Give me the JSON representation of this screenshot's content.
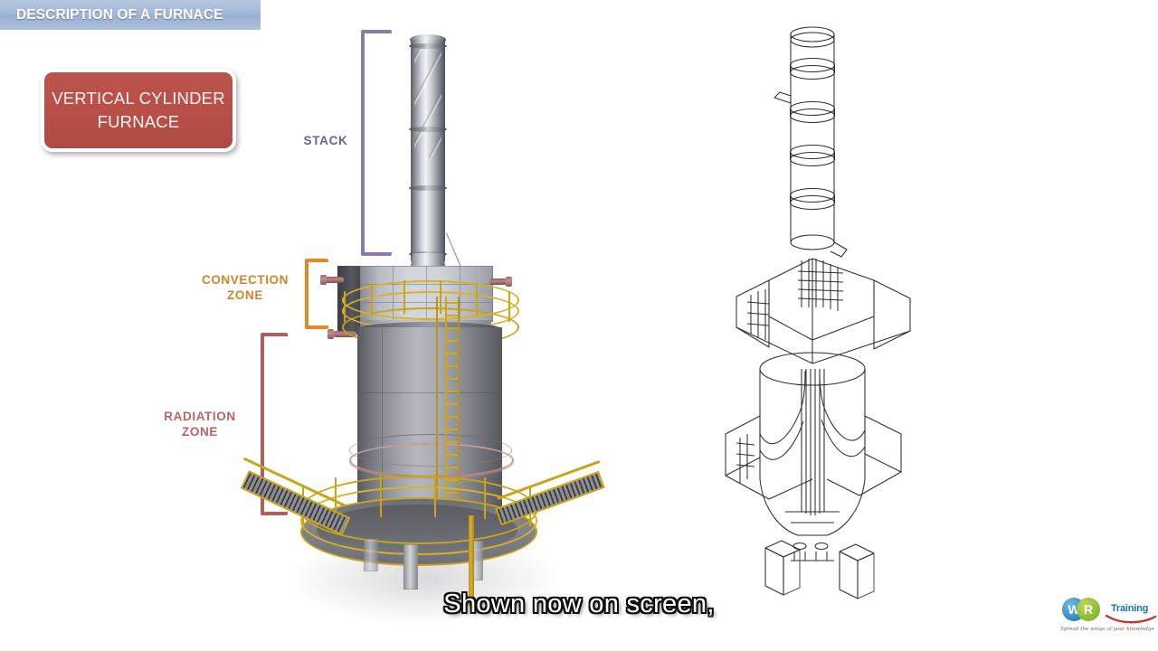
{
  "slide": {
    "header": {
      "title": "DESCRIPTION OF A FURNACE"
    },
    "callout": {
      "label": "VERTICAL CYLINDER\nFURNACE"
    },
    "zones": [
      {
        "id": "stack",
        "label": "STACK",
        "color": "#6e618f",
        "bracket_color": "#8a7ab3"
      },
      {
        "id": "convection",
        "label": "CONVECTION\nZONE",
        "color": "#d1842b",
        "bracket_color": "#e08b28"
      },
      {
        "id": "radiation",
        "label": "RADIATION\nZONE",
        "color": "#b9635f",
        "bracket_color": "#b05f5c"
      }
    ],
    "figures": [
      {
        "id": "rendered-furnace",
        "name": "vertical-cylinder-furnace-3d-render"
      },
      {
        "id": "wireframe-furnace",
        "name": "vertical-cylinder-furnace-cutaway-line-drawing"
      }
    ]
  },
  "caption": {
    "text": "Shown now on screen,"
  },
  "logo": {
    "mark_left": "W",
    "mark_right": "R",
    "word": "Training",
    "tagline": "Spread the wings of your knowledge"
  },
  "colors": {
    "header_bar": "#a3b8d8",
    "callout_red": "#b85049",
    "stack_purple": "#8a7ab3",
    "convection_orange": "#e08b28",
    "radiation_red": "#b05f5c",
    "handrail_yellow": "#c9a318",
    "logo_blue": "#1a6fb5",
    "logo_green": "#74a81e",
    "background": "#ffffff"
  }
}
